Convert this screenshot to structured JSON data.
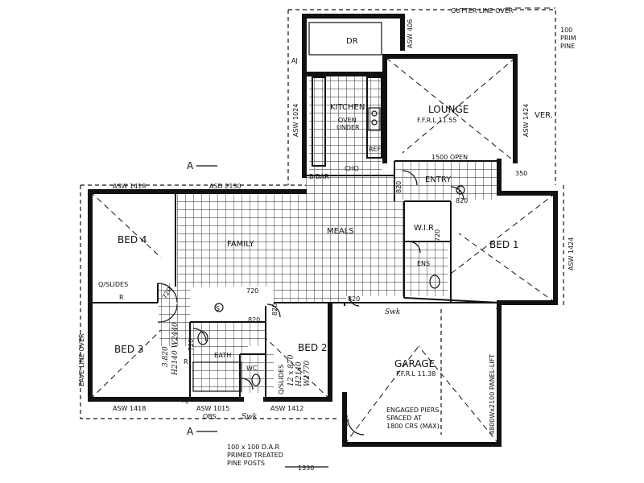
{
  "rooms": {
    "lounge": "LOUNGE",
    "lounge_ffrl": "F.F.R.L 11.55",
    "kitchen": "KITCHEN",
    "oven": "OVEN",
    "under": "UNDER",
    "ref": "REF",
    "dr": "DR",
    "entry": "ENTRY",
    "bbar": "B/BAR",
    "meals": "MEALS",
    "family": "FAMILY",
    "bed1": "BED 1",
    "bed2": "BED 2",
    "bed3": "BED 3",
    "bed4": "BED 4",
    "wir": "W.I.R",
    "ens": "ENS",
    "bath": "BATH",
    "wc": "WC",
    "garage": "GARAGE",
    "garage_ffrl": "F.F.R.L 11.38",
    "ver": "VER."
  },
  "notes": {
    "gutter": "GUTTER LINE OVER",
    "prim_100": "100",
    "prim_prim": "PRIM",
    "prim_pine": "PINE",
    "eave": "EAVE LINE OVER",
    "posts_1": "100 x 100 D.A.R",
    "posts_2": "PRIMED TREATED",
    "posts_3": "PINE POSTS",
    "piers_1": "ENGAGED PIERS",
    "piers_2": "SPACED AT",
    "piers_3": "1800 CRS (MAX)",
    "panel_lift": "4800Wx2100 PANEL-LIFT",
    "open_1500": "1500 OPEN",
    "obs": "OBS",
    "section_a": "A"
  },
  "dims": {
    "asw1418_top": "ASW 1418",
    "asd2130": "ASD 2130",
    "asw1418_bottom": "ASW 1418",
    "asw1015": "ASW 1015",
    "asw1412": "ASW 1412",
    "asw1024": "ASW 1024",
    "asw1424": "ASW 1424",
    "asw406": "ASW 406",
    "asw1424_bed1": "ASW 1424",
    "d350": "350",
    "d1330": "1330",
    "d820_entry": "820",
    "d820_meals": "820",
    "d820_garage_top": "820",
    "d820_garage_side": "820",
    "d820_bath": "820",
    "d820_bed2": "820",
    "d720_bed4": "720",
    "d720_wc": "720",
    "d720_wir": "720",
    "d720_bath": "720",
    "q_slides_bed4": "Q/SLIDES",
    "q_slides_bed2": "Q/SLIDES",
    "bed3_slide1": "3.820",
    "bed3_slide2": "H2140 W2440",
    "bed2_slide1": "12 x 870",
    "bed2_slide2": "H2140",
    "bed2_slide3": "W1770",
    "aj": "AJ",
    "r": "R",
    "s": "S",
    "ch": "CHO",
    "swk": "Swk"
  }
}
